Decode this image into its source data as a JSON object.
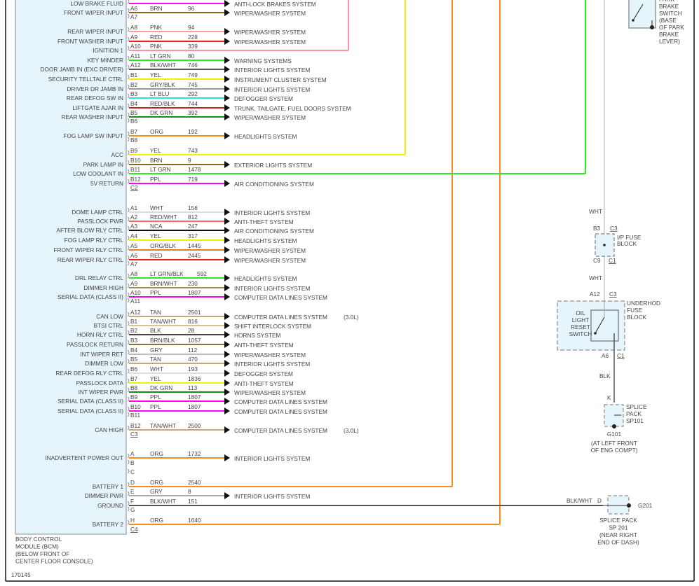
{
  "module": {
    "name_lines": [
      "BODY CONTROL",
      "MODULE (BCM)",
      "(BELOW FRONT OF",
      "CENTER FLOOR CONSOLE)"
    ],
    "fill": "#e6f4fb"
  },
  "figure_id": "170145",
  "sections": [
    {
      "connector": "C2",
      "rows": [
        {
          "pin": "",
          "color": "",
          "circuit": "",
          "function": "LOW BRAKE FLUID",
          "dest": "ANTI-LOCK BRAKES SYSTEM",
          "wire": "#ff00ff",
          "term": "arrow"
        },
        {
          "pin": "A6",
          "color": "BRN",
          "circuit": "96",
          "function": "FRONT WIPER INPUT",
          "dest": "WIPER/WASHER SYSTEM",
          "wire": "#8b6914",
          "term": "arrow"
        },
        {
          "pin": "A7",
          "term": "none"
        },
        {
          "pin": "A8",
          "color": "PNK",
          "circuit": "94",
          "function": "REAR WIPER INPUT",
          "dest": "WIPER/WASHER SYSTEM",
          "wire": "#ff9aa8",
          "term": "arrow"
        },
        {
          "pin": "A9",
          "color": "RED",
          "circuit": "228",
          "function": "FRONT WASHER INPUT",
          "dest": "WIPER/WASHER SYSTEM",
          "wire": "#ff1a1a",
          "term": "arrow"
        },
        {
          "pin": "A10",
          "color": "PNK",
          "circuit": "339",
          "function": "IGNITION 1",
          "dest": "",
          "wire": "#ff8fa3",
          "term": "run"
        },
        {
          "pin": "A11",
          "color": "LT GRN",
          "circuit": "80",
          "function": "KEY MINDER",
          "dest": "WARNING SYSTEMS",
          "wire": "#22ee22",
          "term": "arrow"
        },
        {
          "pin": "A12",
          "color": "BLK/WHT",
          "circuit": "746",
          "function": "DOOR JAMB IN (EXC DRIVER)",
          "dest": "INTERIOR LIGHTS SYSTEM",
          "wire": "#555555",
          "term": "arrow"
        },
        {
          "pin": "B1",
          "color": "YEL",
          "circuit": "749",
          "function": "SECURITY TELLTALE CTRL",
          "dest": "INSTRUMENT CLUSTER SYSTEM",
          "wire": "#f2f200",
          "term": "arrow"
        },
        {
          "pin": "B2",
          "color": "GRY/BLK",
          "circuit": "745",
          "function": "DRIVER DR JAMB IN",
          "dest": "INTERIOR LIGHTS SYSTEM",
          "wire": "#999999",
          "term": "arrow"
        },
        {
          "pin": "B3",
          "color": "LT BLU",
          "circuit": "292",
          "function": "REAR DEFOG SW IN",
          "dest": "DEFOGGER SYSTEM",
          "wire": "#22e6e6",
          "term": "arrow"
        },
        {
          "pin": "B4",
          "color": "RED/BLK",
          "circuit": "744",
          "function": "LIFTGATE AJAR IN",
          "dest": "TRUNK, TAILGATE, FUEL DOORS SYSTEM",
          "wire": "#c0241c",
          "term": "arrow"
        },
        {
          "pin": "B5",
          "color": "DK GRN",
          "circuit": "392",
          "function": "REAR WASHER INPUT",
          "dest": "WIPER/WASHER SYSTEM",
          "wire": "#1a8a1a",
          "term": "arrow"
        },
        {
          "pin": "B6",
          "term": "none"
        },
        {
          "pin": "B7",
          "color": "ORG",
          "circuit": "192",
          "function": "FOG LAMP SW INPUT",
          "dest": "HEADLIGHTS SYSTEM",
          "wire": "#ff8a1a",
          "term": "arrow"
        },
        {
          "pin": "B8",
          "term": "none"
        },
        {
          "pin": "B9",
          "color": "YEL",
          "circuit": "743",
          "function": "ACC",
          "dest": "",
          "wire": "#f2f200",
          "term": "run"
        },
        {
          "pin": "B10",
          "color": "BRN",
          "circuit": "9",
          "function": "PARK LAMP IN",
          "dest": "EXTERIOR LIGHTS SYSTEM",
          "wire": "#8b6914",
          "term": "arrow"
        },
        {
          "pin": "B11",
          "color": "LT GRN",
          "circuit": "1478",
          "function": "LOW COOLANT IN",
          "dest": "",
          "wire": "#22ee22",
          "term": "run"
        },
        {
          "pin": "B12",
          "color": "PPL",
          "circuit": "719",
          "function": "5V RETURN",
          "dest": "AIR CONDITIONING SYSTEM",
          "wire": "#ff00ff",
          "term": "arrow"
        }
      ]
    },
    {
      "connector": "C3",
      "rows": [
        {
          "pin": "A1",
          "color": "WHT",
          "circuit": "156",
          "function": "DOME LAMP CTRL",
          "dest": "INTERIOR LIGHTS SYSTEM",
          "wire": "#dddddd",
          "term": "arrow"
        },
        {
          "pin": "A2",
          "color": "RED/WHT",
          "circuit": "812",
          "function": "PASSLOCK PWR",
          "dest": "ANTI-THEFT SYSTEM",
          "wire": "#ff6464",
          "term": "arrow"
        },
        {
          "pin": "A3",
          "color": "NCA",
          "circuit": "247",
          "function": "AFTER BLOW RLY CTRL",
          "dest": "AIR CONDITIONING SYSTEM",
          "wire": "#111111",
          "term": "arrow"
        },
        {
          "pin": "A4",
          "color": "YEL",
          "circuit": "317",
          "function": "FOG LAMP RLY CTRL",
          "dest": "HEADLIGHTS SYSTEM",
          "wire": "#f2f200",
          "term": "arrow"
        },
        {
          "pin": "A5",
          "color": "ORG/BLK",
          "circuit": "1445",
          "function": "FRONT WIPER RLY CTRL",
          "dest": "WIPER/WASHER SYSTEM",
          "wire": "#d9822b",
          "term": "arrow"
        },
        {
          "pin": "A6",
          "color": "RED",
          "circuit": "2445",
          "function": "REAR WIPER RLY CTRL",
          "dest": "WIPER/WASHER SYSTEM",
          "wire": "#ff1a1a",
          "term": "arrow"
        },
        {
          "pin": "A7",
          "term": "none"
        },
        {
          "pin": "A8",
          "color": "LT GRN/BLK",
          "circuit": "592",
          "function": "DRL RELAY CTRL",
          "dest": "HEADLIGHTS SYSTEM",
          "wire": "#22ee22",
          "term": "arrow"
        },
        {
          "pin": "A9",
          "color": "BRN/WHT",
          "circuit": "230",
          "function": "DIMMER HIGH",
          "dest": "INTERIOR LIGHTS SYSTEM",
          "wire": "#a88e5c",
          "term": "arrow"
        },
        {
          "pin": "A10",
          "color": "PPL",
          "circuit": "1807",
          "function": "SERIAL DATA (CLASS II)",
          "dest": "COMPUTER DATA LINES SYSTEM",
          "wire": "#ff00ff",
          "term": "arrow"
        },
        {
          "pin": "A11",
          "term": "none"
        },
        {
          "pin": "A12",
          "color": "TAN",
          "circuit": "2501",
          "function": "CAN LOW",
          "dest": "COMPUTER DATA LINES SYSTEM",
          "note": "(3.0L)",
          "wire": "#c8a878",
          "term": "arrow"
        },
        {
          "pin": "B1",
          "color": "TAN/WHT",
          "circuit": "816",
          "function": "BTSI CTRL",
          "dest": "SHIFT INTERLOCK SYSTEM",
          "wire": "#d4c29e",
          "term": "arrow"
        },
        {
          "pin": "B2",
          "color": "BLK",
          "circuit": "28",
          "function": "HORN RLY CTRL",
          "dest": "HORNS SYSTEM",
          "wire": "#444444",
          "term": "arrow"
        },
        {
          "pin": "B3",
          "color": "BRN/BLK",
          "circuit": "1057",
          "function": "PASSLOCK RETURN",
          "dest": "ANTI-THEFT SYSTEM",
          "wire": "#8b7040",
          "term": "arrow"
        },
        {
          "pin": "B4",
          "color": "GRY",
          "circuit": "112",
          "function": "INT WIPER RET",
          "dest": "WIPER/WASHER SYSTEM",
          "wire": "#bbbbbb",
          "term": "arrow"
        },
        {
          "pin": "B5",
          "color": "TAN",
          "circuit": "470",
          "function": "DIMMER LOW",
          "dest": "INTERIOR LIGHTS SYSTEM",
          "wire": "#c8a878",
          "term": "arrow"
        },
        {
          "pin": "B6",
          "color": "WHT",
          "circuit": "193",
          "function": "REAR DEFOG RLY CTRL",
          "dest": "DEFOGGER SYSTEM",
          "wire": "#dddddd",
          "term": "arrow"
        },
        {
          "pin": "B7",
          "color": "YEL",
          "circuit": "1836",
          "function": "PASSLOCK DATA",
          "dest": "ANTI-THEFT SYSTEM",
          "wire": "#f2f200",
          "term": "arrow"
        },
        {
          "pin": "B8",
          "color": "DK GRN",
          "circuit": "113",
          "function": "INT WIPER PWR",
          "dest": "WIPER/WASHER SYSTEM",
          "wire": "#1a8a1a",
          "term": "arrow"
        },
        {
          "pin": "B9",
          "color": "PPL",
          "circuit": "1807",
          "function": "SERIAL DATA (CLASS II)",
          "dest": "COMPUTER DATA LINES SYSTEM",
          "wire": "#ff00ff",
          "term": "arrow"
        },
        {
          "pin": "B10",
          "color": "PPL",
          "circuit": "1807",
          "function": "SERIAL DATA (CLASS II)",
          "dest": "COMPUTER DATA LINES SYSTEM",
          "wire": "#ff00ff",
          "term": "arrow"
        },
        {
          "pin": "B11",
          "term": "none"
        },
        {
          "pin": "B12",
          "color": "TAN/WHT",
          "circuit": "2500",
          "function": "CAN HIGH",
          "dest": "COMPUTER DATA LINES SYSTEM",
          "note": "(3.0L)",
          "wire": "#c8a878",
          "term": "arrow"
        }
      ]
    },
    {
      "connector": "C4",
      "rows": [
        {
          "pin": "A",
          "color": "ORG",
          "circuit": "1732",
          "function": "INADVERTENT POWER OUT",
          "dest": "INTERIOR LIGHTS SYSTEM",
          "wire": "#ff8a1a",
          "term": "arrow"
        },
        {
          "pin": "B",
          "term": "none"
        },
        {
          "pin": "C",
          "term": "none"
        },
        {
          "pin": "D",
          "color": "ORG",
          "circuit": "2540",
          "function": "BATTERY 1",
          "dest": "",
          "wire": "#ff8a1a",
          "term": "run"
        },
        {
          "pin": "E",
          "color": "GRY",
          "circuit": "8",
          "function": "DIMMER PWR",
          "dest": "INTERIOR LIGHTS SYSTEM",
          "wire": "#aaaaaa",
          "term": "arrow"
        },
        {
          "pin": "F",
          "color": "BLK/WHT",
          "circuit": "151",
          "function": "GROUND",
          "dest": "",
          "wire": "#555555",
          "term": "run"
        },
        {
          "pin": "G",
          "term": "none"
        },
        {
          "pin": "H",
          "color": "ORG",
          "circuit": "1640",
          "function": "BATTERY 2",
          "dest": "",
          "wire": "#ff8a1a",
          "term": "run"
        }
      ]
    }
  ],
  "park_brake_switch": {
    "lines": [
      "PARK",
      "BRAKE",
      "SWITCH",
      "(BASE",
      "OF PARK",
      "BRAKE",
      "LEVER)"
    ]
  },
  "ip_fuse_block": {
    "wire_in": "WHT",
    "wire_out": "WHT",
    "pin_in": "B3",
    "conn_in": "C3",
    "pin_out": "C9",
    "conn_out": "C1",
    "lines": [
      "I/P FUSE",
      "BLOCK"
    ]
  },
  "underhood_fuse_block": {
    "pin_in": "A12",
    "conn_in": "C3",
    "pin_out": "A6",
    "conn_out": "C1",
    "lines": [
      "UNDERHOD",
      "FUSE",
      "BLOCK"
    ],
    "switch_lines": [
      "OIL",
      "LIGHT",
      "RESET",
      "SWITCH"
    ]
  },
  "ground_wire": {
    "color": "BLK"
  },
  "splice_sp101": {
    "pin": "K",
    "lines": [
      "SPLICE",
      "PACK",
      "SP101"
    ],
    "ground": "G101",
    "ground_lines": [
      "(AT LEFT FRONT",
      "OF ENG COMPT)"
    ]
  },
  "splice_sp201": {
    "wire": "BLK/WHT",
    "pin": "D",
    "ground": "G201",
    "lines": [
      "SPLICE PACK",
      "SP 201",
      "(NEAR RIGHT",
      "END OF DASH)"
    ]
  }
}
